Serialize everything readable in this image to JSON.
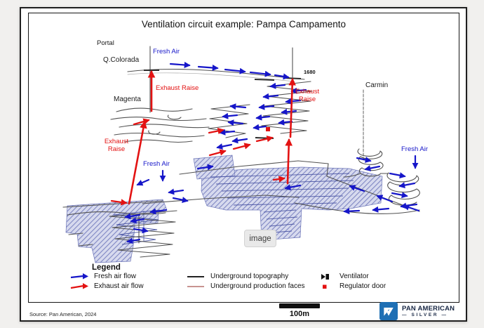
{
  "slide": {
    "title": "Ventilation circuit example: Pampa Campamento"
  },
  "diagram": {
    "labels": {
      "portal": "Portal",
      "q_colorada": "Q.Colorada",
      "magenta": "Magenta",
      "carmin": "Carmin",
      "level": "1680",
      "fresh_air_top": "Fresh Air",
      "fresh_air_mid": "Fresh Air",
      "fresh_air_right": "Fresh Air",
      "exhaust_raise_top": "Exhaust Raise",
      "exhaust_raise_left_line1": "Exhaust",
      "exhaust_raise_left_line2": "Raise",
      "exhaust_raise_center_line1": "Exhaust",
      "exhaust_raise_center_line2": "Raise"
    },
    "image_badge": "image"
  },
  "legend": {
    "heading": "Legend",
    "items": [
      {
        "id": "fresh-air-flow",
        "label": "Fresh air flow"
      },
      {
        "id": "exhaust-air-flow",
        "label": "Exhaust air flow"
      },
      {
        "id": "underground-topography",
        "label": "Underground topography"
      },
      {
        "id": "underground-production-faces",
        "label": "Underground production faces"
      },
      {
        "id": "ventilator",
        "label": "Ventilator"
      },
      {
        "id": "regulator-door",
        "label": "Regulator door"
      }
    ]
  },
  "footer": {
    "source": "Source: Pan American, 2024",
    "scale_label": "100m"
  },
  "logo": {
    "name": "PAN AMERICAN",
    "subname": "SILVER"
  },
  "colors": {
    "fresh_air_blue": "#1616c9",
    "exhaust_red": "#e31212",
    "topography_gray": "#525252",
    "production_faces_hatch": "#7d85c2",
    "production_faces_legend_line": "#b5706d",
    "logo_blue": "#1e6fb4"
  }
}
